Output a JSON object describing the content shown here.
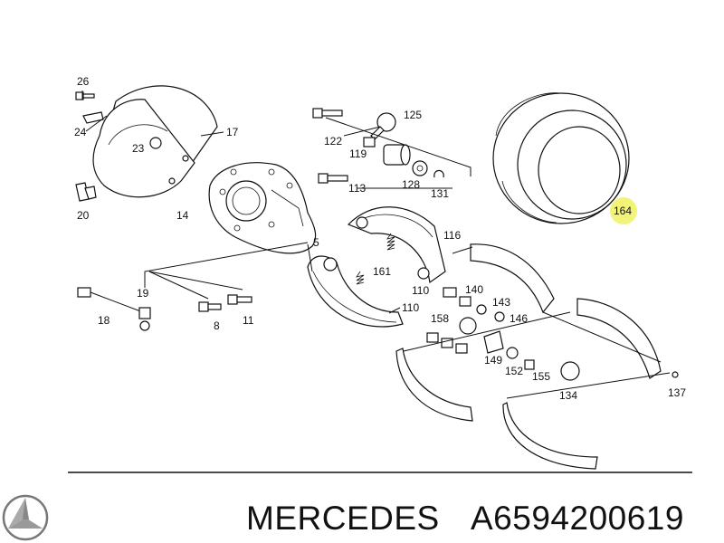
{
  "brand": {
    "make": "MERCEDES",
    "part_number": "A6594200619"
  },
  "colors": {
    "highlight": "#f3f37a",
    "ink": "#111111"
  },
  "logo_icon": "mercedes-star-icon",
  "callouts": {
    "c26": "26",
    "c24": "24",
    "c23": "23",
    "c17": "17",
    "c20": "20",
    "c14": "14",
    "c125": "125",
    "c122": "122",
    "c119": "119",
    "c113": "113",
    "c128": "128",
    "c131": "131",
    "c164": "164",
    "c116": "116",
    "c5": "5",
    "c161": "161",
    "c110a": "110",
    "c110b": "110",
    "c140": "140",
    "c143": "143",
    "c146": "146",
    "c158": "158",
    "c149": "149",
    "c152": "152",
    "c155": "155",
    "c134": "134",
    "c137": "137",
    "c19": "19",
    "c18": "18",
    "c8": "8",
    "c11": "11"
  }
}
